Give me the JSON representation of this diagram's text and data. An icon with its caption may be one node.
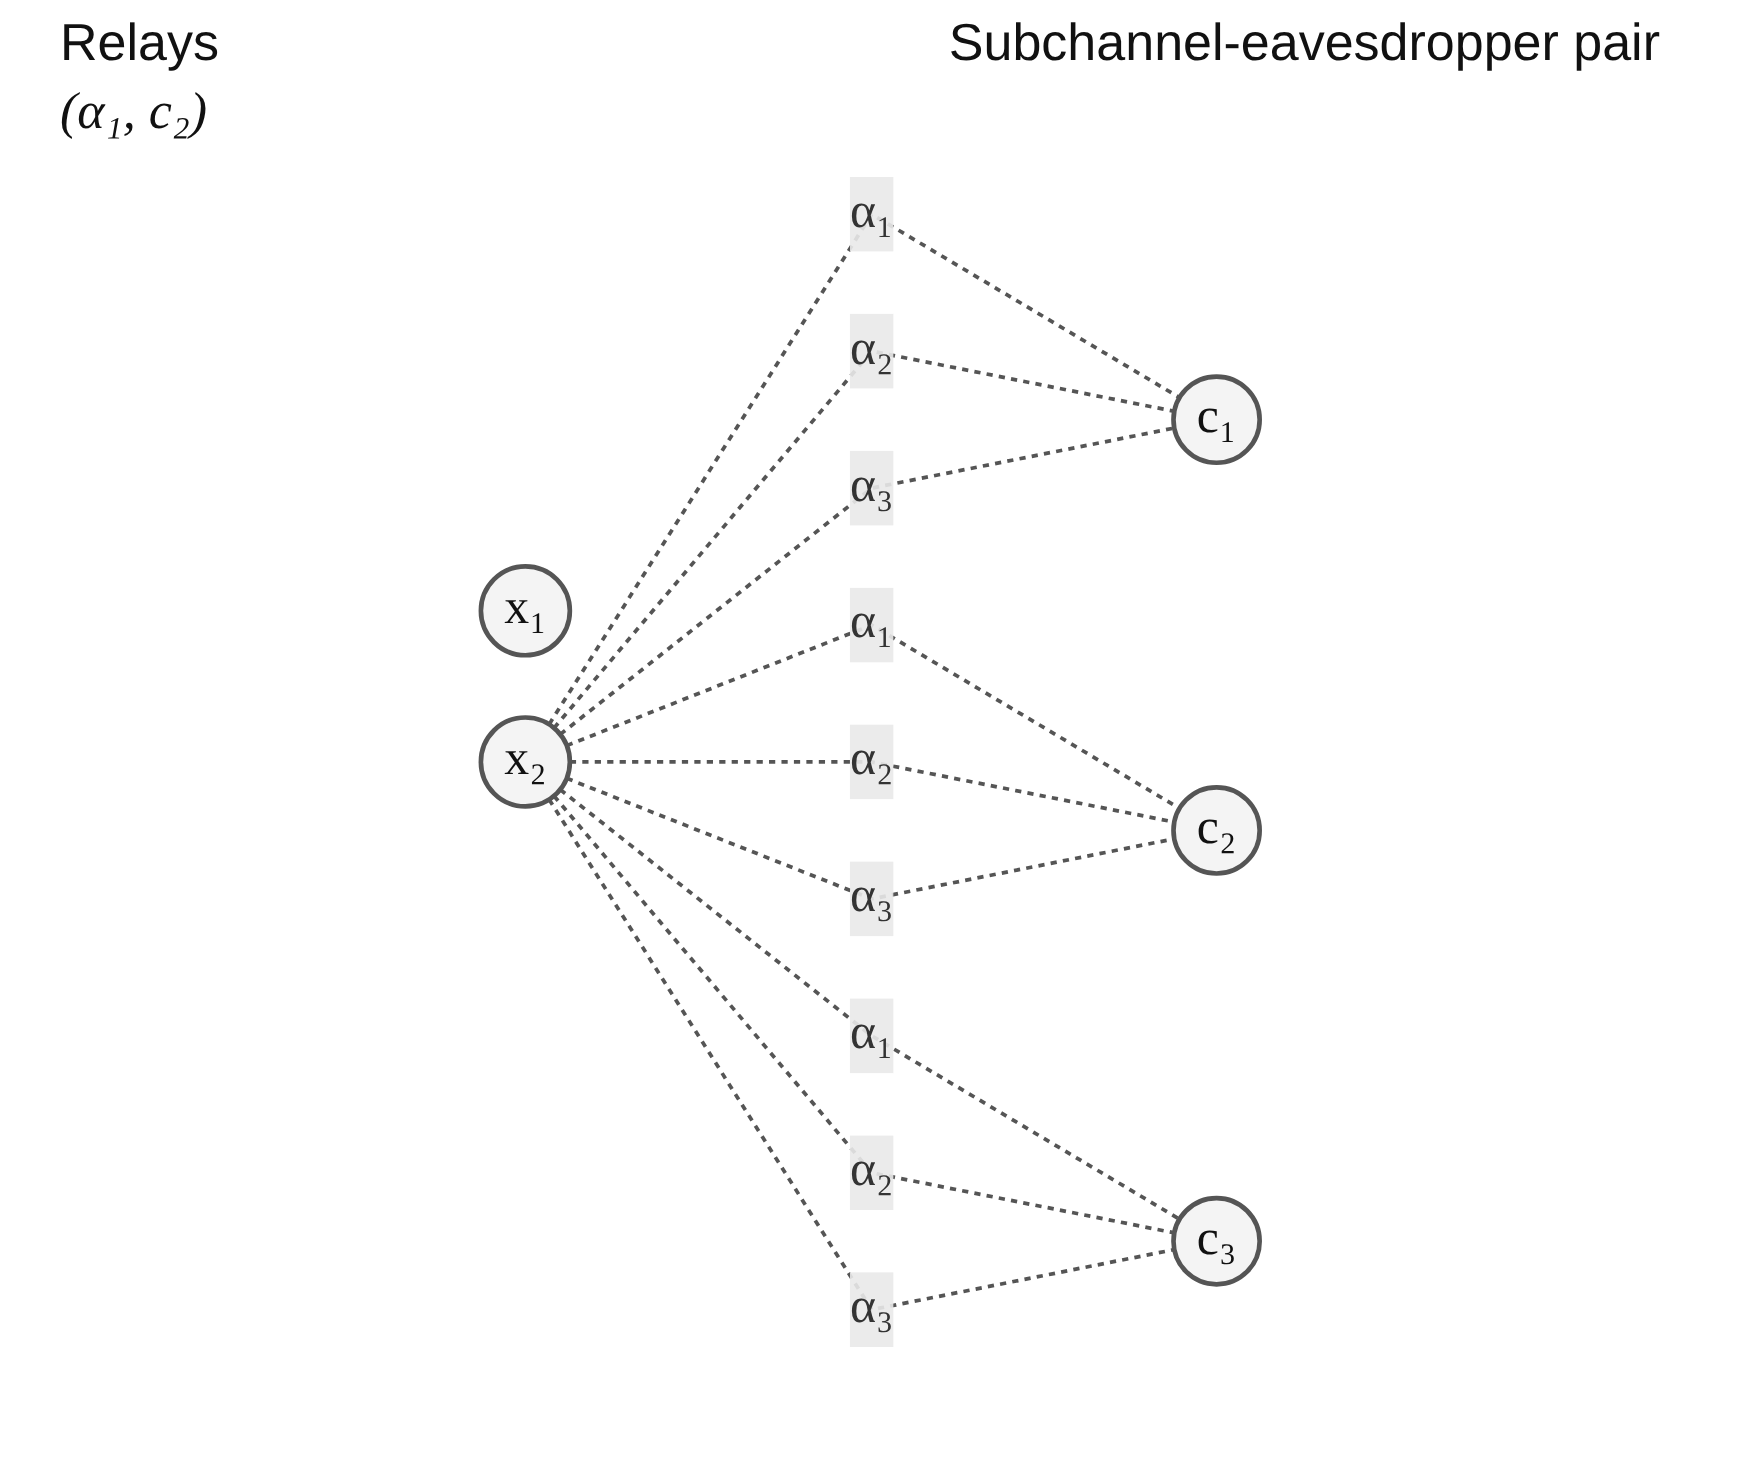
{
  "diagram": {
    "nodes": [
      {
        "text": [
          "x₁"
        ]
      },
      {
        "text": [
          "x₂"
        ]
      },
      {
        "text": [
          "c₁"
        ]
      },
      {
        "text": [
          "c₂"
        ]
      },
      {
        "text": [
          "c₃"
        ]
      }
    ],
    "edges": [
      {
        "from": 1,
        "to": 2,
        "arrow": "none",
        "style": "dashed",
        "label": "α₁"
      },
      {
        "from": 1,
        "to": 2,
        "arrow": "none",
        "style": "dashed",
        "label": "α₂"
      },
      {
        "from": 1,
        "to": 2,
        "arrow": "none",
        "style": "dashed",
        "label": "α₃"
      },
      {
        "from": 1,
        "to": 3,
        "arrow": "none",
        "style": "dashed",
        "label": "α₁"
      },
      {
        "from": 1,
        "to": 3,
        "arrow": "none",
        "style": "dashed",
        "label": "α₂"
      },
      {
        "from": 1,
        "to": 3,
        "arrow": "none",
        "style": "dashed",
        "label": "α₃"
      },
      {
        "from": 1,
        "to": 4,
        "arrow": "none",
        "style": "dashed",
        "label": "α₁"
      },
      {
        "from": 1,
        "to": 4,
        "arrow": "none",
        "style": "dashed",
        "label": "α₂"
      },
      {
        "from": 1,
        "to": 4,
        "arrow": "none",
        "style": "dashed",
        "label": "α₃"
      }
    ],
    "labels": [
      "Relays",
      "Subchannel-eavesdropper pair",
      "(α₁, c₂)"
    ]
  }
}
